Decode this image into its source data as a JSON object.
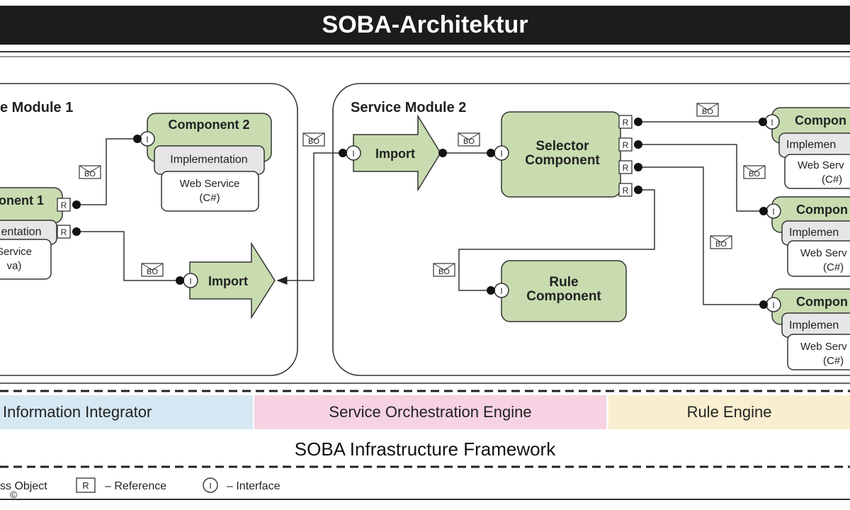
{
  "title": "SOBA-Architektur",
  "modules": {
    "module1_label": "e Module 1",
    "module2_label": "Service Module 2"
  },
  "components": {
    "comp2_name": "Component 2",
    "comp2_impl": "Implementation",
    "comp2_ws1": "Web Service",
    "comp2_ws2": "(C#)",
    "comp1_name": "onent 1",
    "comp1_impl": "entation",
    "comp1_ws1": "Service",
    "comp1_ws2": "va)",
    "import1": "Import",
    "import2": "Import",
    "selector1": "Selector",
    "selector2": "Component",
    "rule1": "Rule",
    "rule2": "Component",
    "right_a_name": "Compon",
    "right_a_impl": "Implemen",
    "right_a_ws1": "Web Serv",
    "right_a_ws2": "(C#)",
    "right_b_name": "Compon",
    "right_b_impl": "Implemen",
    "right_b_ws1": "Web Serv",
    "right_b_ws2": "(C#)",
    "right_c_name": "Compon",
    "right_c_impl": "Implemen",
    "right_c_ws1": "Web Serv",
    "right_c_ws2": "(C#)"
  },
  "markers": {
    "bo": "BO",
    "r": "R",
    "i": "I"
  },
  "bands": {
    "band1": "Information Integrator",
    "band2": "Service Orchestration Engine",
    "band3": "Rule Engine"
  },
  "framework": "SOBA Infrastructure Framework",
  "legend": {
    "bo_text": "ss Object",
    "r_text": "– Reference",
    "i_text": "– Interface",
    "copyright": "©"
  },
  "colors": {
    "component_fill": "#c8dcb0",
    "box_fill": "#e6e6e6",
    "title_bg": "#1c1c1c"
  }
}
